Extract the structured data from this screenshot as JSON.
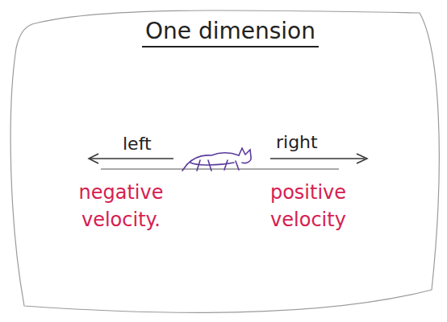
{
  "diagram": {
    "title": "One dimension",
    "labels": [
      "left",
      "right",
      "negative velocity.",
      "positive velocity"
    ]
  }
}
